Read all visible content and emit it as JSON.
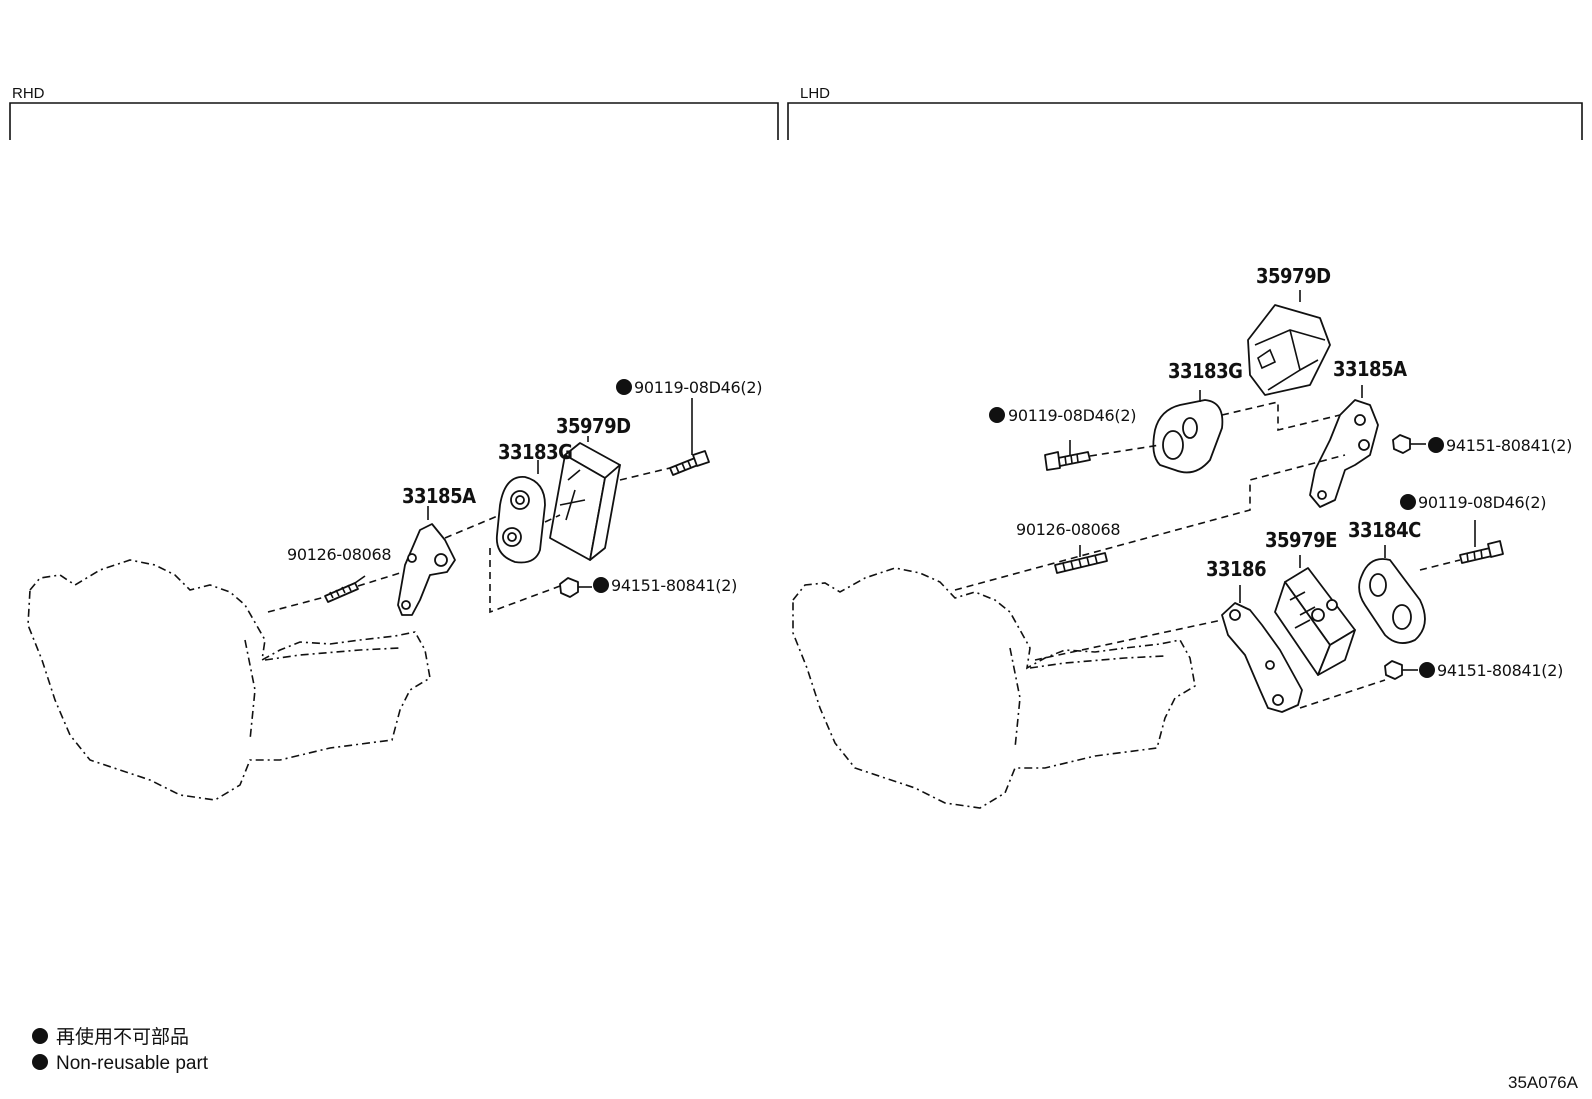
{
  "sections": {
    "rhd": {
      "label": "RHD"
    },
    "lhd": {
      "label": "LHD"
    }
  },
  "rhd_parts": {
    "bolt": "90119-08D46(2)",
    "stopper": "35979D",
    "insulator": "33183G",
    "bracket": "33185A",
    "stud": "90126-08068",
    "nut": "94151-80841(2)"
  },
  "lhd_parts": {
    "stopper_top": "35979D",
    "insulator_top": "33183G",
    "bracket_top": "33185A",
    "bolt_top": "90119-08D46(2)",
    "nut_top": "94151-80841(2)",
    "stud": "90126-08068",
    "bolt_right": "90119-08D46(2)",
    "stopper_bottom": "35979E",
    "insulator_bottom": "33184C",
    "bracket_bottom": "33186",
    "nut_bottom": "94151-80841(2)"
  },
  "legend": {
    "japanese": "再使用不可部品",
    "english": "Non-reusable part"
  },
  "figure_code": "35A076A"
}
